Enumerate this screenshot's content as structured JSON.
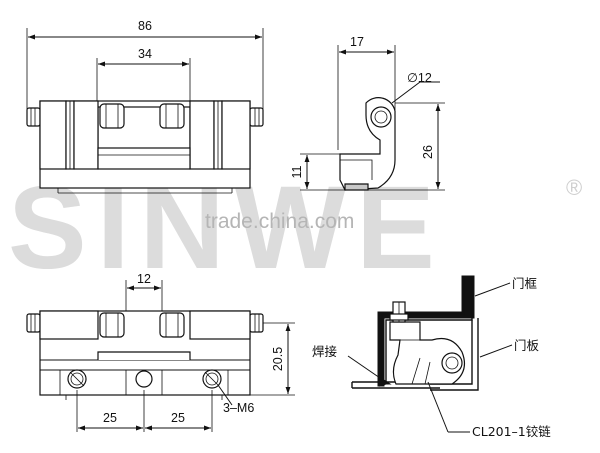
{
  "watermark": {
    "brand": "SINWE",
    "registered": "®",
    "site": "trade.china.com"
  },
  "front_view": {
    "overall_width": "86",
    "center_width": "34"
  },
  "side_view": {
    "width": "17",
    "hole_diameter": "∅12",
    "height": "26",
    "lower_height": "11"
  },
  "bottom_view": {
    "center_gap": "12",
    "height": "20.5",
    "pitch_left": "25",
    "pitch_right": "25",
    "hole_callout": "3–M6"
  },
  "assembly_view": {
    "door_frame": "门框",
    "weld": "焊接",
    "door_panel": "门板",
    "model": "CL201–1铰链"
  },
  "colors": {
    "line": "#111111",
    "fill_gray": "#c8c8c8",
    "watermark": "#dcdcdc"
  }
}
